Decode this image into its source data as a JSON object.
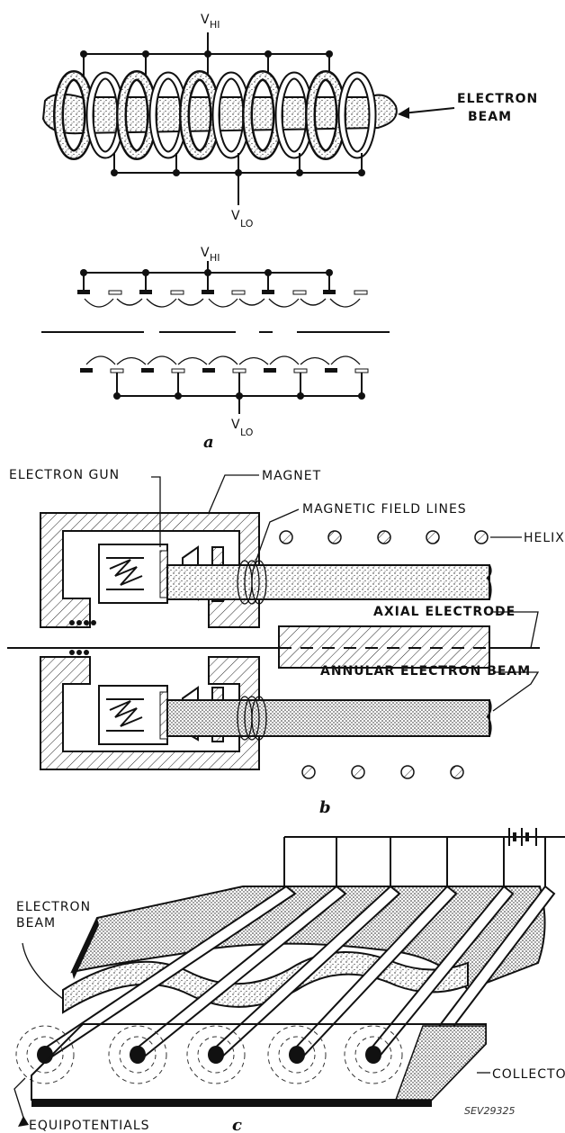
{
  "panel_a": {
    "label": "a",
    "v_hi": "V",
    "v_hi_sub": "HI",
    "v_lo": "V",
    "v_lo_sub": "LO",
    "beam_label_1": "ELECTRON",
    "beam_label_2": "BEAM"
  },
  "panel_b": {
    "label": "b",
    "electron_gun": "ELECTRON   GUN",
    "magnet": "MAGNET",
    "field_lines": "MAGNETIC  FIELD  LINES",
    "helix": "HELIX",
    "axial_electrode": "AXIAL ELECTRODE",
    "annular_beam": "ANNULAR ELECTRON BEAM"
  },
  "panel_c": {
    "label": "c",
    "beam_1": "ELECTRON",
    "beam_2": "BEAM",
    "collector": "COLLECTOR",
    "equipotentials": "EQUIPOTENTIALS",
    "code": "SEV29325"
  }
}
